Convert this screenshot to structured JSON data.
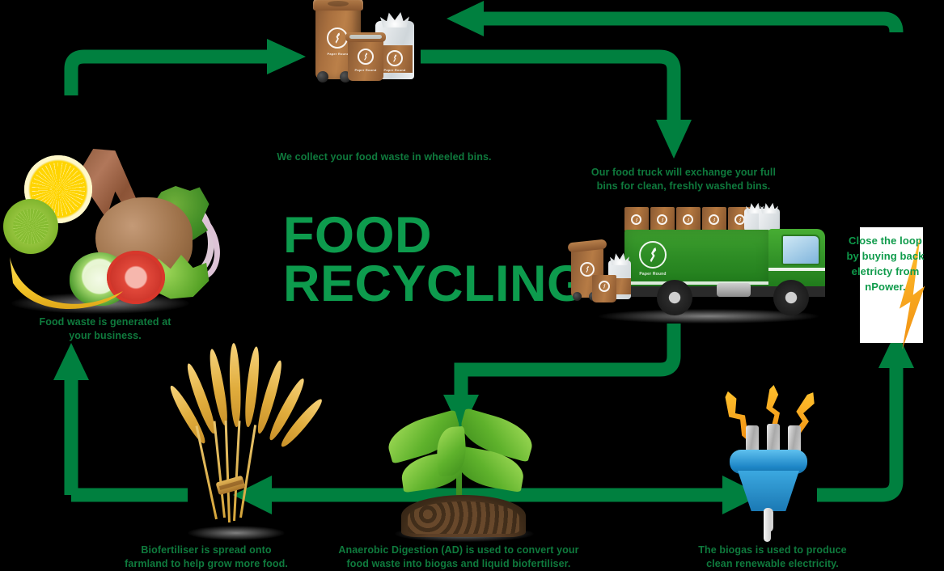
{
  "title": {
    "line1": "FOOD",
    "line2": "RECYCLING",
    "color": "#0d9b4d"
  },
  "theme": {
    "arrow_green": "#00803f",
    "text_green": "#0f7a3d",
    "bolt_orange": "#f5a11b",
    "bin_brown": "#8a5a34",
    "truck_green": "#2e8d25",
    "plug_blue": "#1e87c8"
  },
  "brand": {
    "logo_name": "paper-round-logo",
    "logo_text": "Paper Round"
  },
  "steps": [
    {
      "id": "food-waste-generated",
      "caption": "Food waste is generated at\nyour business.",
      "caption_line1": "Food waste is generated at",
      "caption_line2": "your business.",
      "icon": "food-waste-pile-icon"
    },
    {
      "id": "collect-in-wheeled-bins",
      "caption_line1": "We collect your food waste in wheeled bins.",
      "caption_line2": "",
      "icon": "wheeled-bins-icon"
    },
    {
      "id": "truck-exchanges-bins",
      "caption_line1": "Our food truck will exchange your full",
      "caption_line2": "bins for clean, freshly washed bins.",
      "icon": "food-truck-icon"
    },
    {
      "id": "anaerobic-digestion",
      "caption_line1": "Anaerobic Digestion (AD) is used to convert your",
      "caption_line2": "food waste into biogas and liquid biofertiliser.",
      "icon": "seedling-in-soil-icon"
    },
    {
      "id": "biogas-to-electricity",
      "caption_line1": "The biogas is used to produce",
      "caption_line2": "clean renewable electricity.",
      "icon": "electric-plug-icon"
    },
    {
      "id": "close-the-loop",
      "caption_line1": "Close the loop",
      "caption_line2": "by buying back",
      "caption_line3": "eletricty from",
      "caption_line4": "nPower.",
      "icon": "lightning-bolt-icon"
    },
    {
      "id": "biofertiliser-to-farmland",
      "caption_line1": "Biofertiliser is spread onto",
      "caption_line2": "farmland to help grow more food.",
      "icon": "wheat-sheaf-icon"
    }
  ]
}
